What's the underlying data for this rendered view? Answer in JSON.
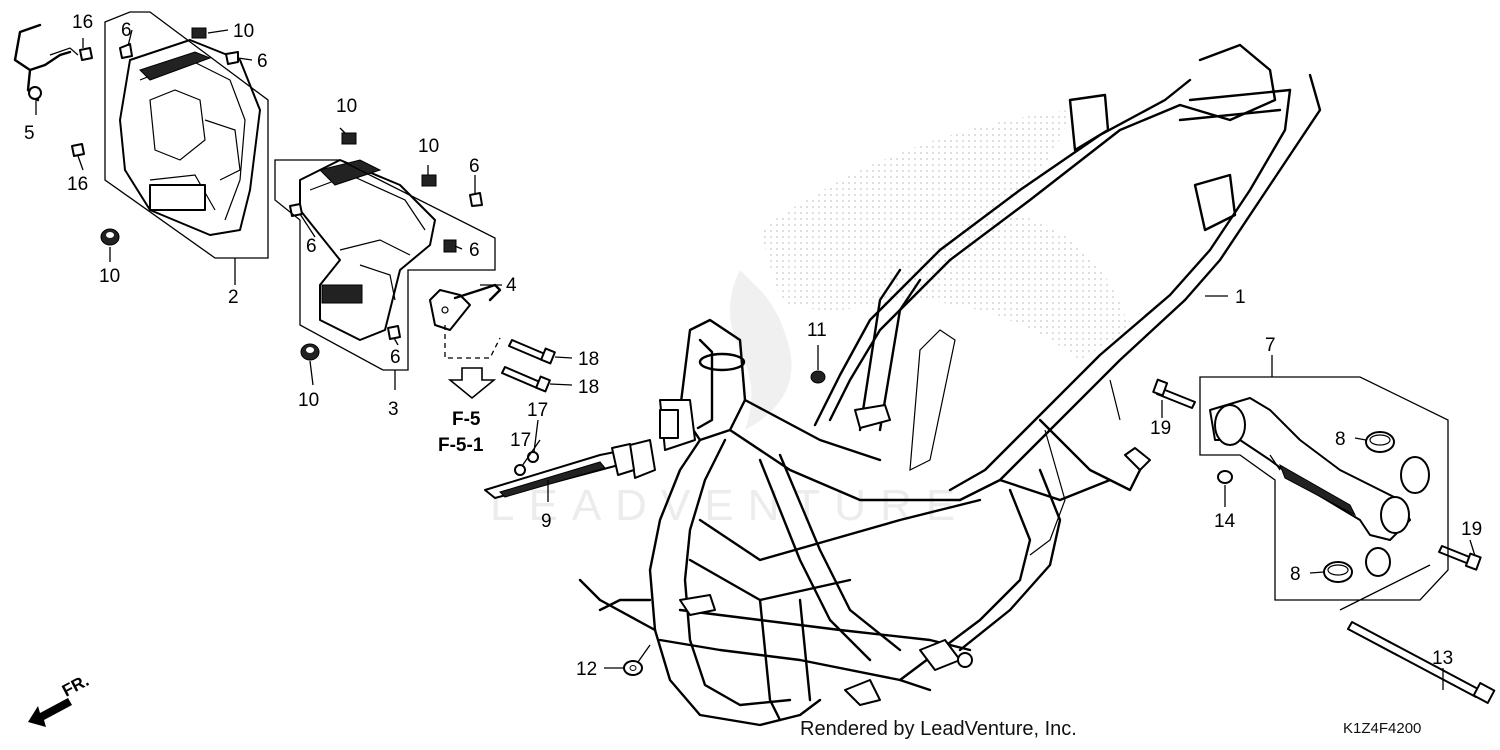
{
  "diagram": {
    "callouts": [
      {
        "id": "c1",
        "text": "1"
      },
      {
        "id": "c2",
        "text": "2"
      },
      {
        "id": "c3",
        "text": "3"
      },
      {
        "id": "c4",
        "text": "4"
      },
      {
        "id": "c5",
        "text": "5"
      },
      {
        "id": "c6a",
        "text": "6"
      },
      {
        "id": "c6b",
        "text": "6"
      },
      {
        "id": "c6c",
        "text": "6"
      },
      {
        "id": "c6d",
        "text": "6"
      },
      {
        "id": "c6e",
        "text": "6"
      },
      {
        "id": "c6f",
        "text": "6"
      },
      {
        "id": "c7",
        "text": "7"
      },
      {
        "id": "c8a",
        "text": "8"
      },
      {
        "id": "c8b",
        "text": "8"
      },
      {
        "id": "c9",
        "text": "9"
      },
      {
        "id": "c10a",
        "text": "10"
      },
      {
        "id": "c10b",
        "text": "10"
      },
      {
        "id": "c10c",
        "text": "10"
      },
      {
        "id": "c10d",
        "text": "10"
      },
      {
        "id": "c10e",
        "text": "10"
      },
      {
        "id": "c11",
        "text": "11"
      },
      {
        "id": "c12",
        "text": "12"
      },
      {
        "id": "c13",
        "text": "13"
      },
      {
        "id": "c14",
        "text": "14"
      },
      {
        "id": "c16a",
        "text": "16"
      },
      {
        "id": "c16b",
        "text": "16"
      },
      {
        "id": "c17a",
        "text": "17"
      },
      {
        "id": "c17b",
        "text": "17"
      },
      {
        "id": "c18a",
        "text": "18"
      },
      {
        "id": "c18b",
        "text": "18"
      },
      {
        "id": "c19a",
        "text": "19"
      },
      {
        "id": "c19b",
        "text": "19"
      }
    ],
    "refs": [
      "F-5",
      "F-5-1"
    ],
    "front_indicator": "FR.",
    "footer": "Rendered by LeadVenture, Inc.",
    "diagram_code": "K1Z4F4200",
    "watermark": "LEADVENTURE"
  }
}
